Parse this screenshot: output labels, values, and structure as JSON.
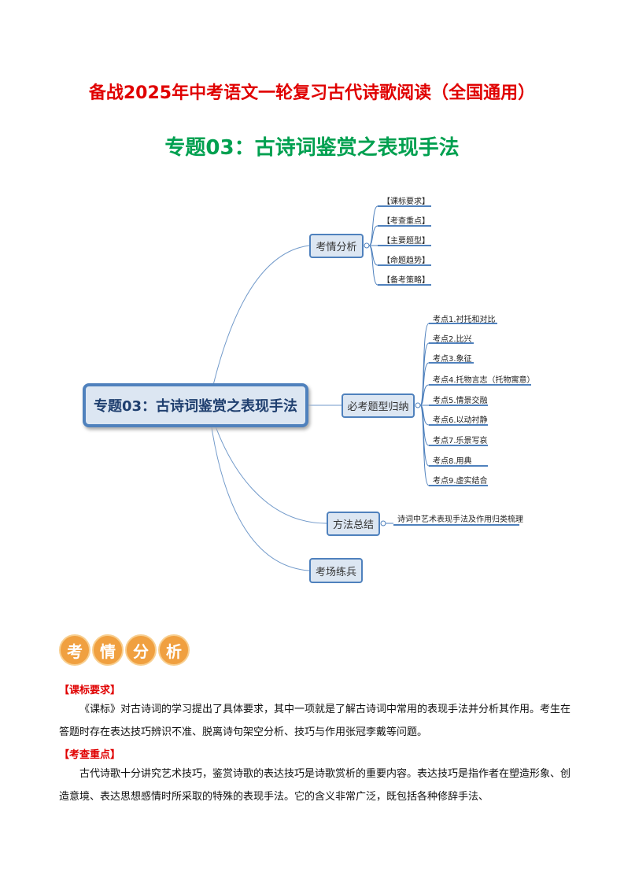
{
  "header": {
    "title": "备战2025年中考语文一轮复习古代诗歌阅读（全国通用）",
    "subtitle": "专题03：古诗词鉴赏之表现手法"
  },
  "mindmap": {
    "center": "专题03：古诗词鉴赏之表现手法",
    "branches": [
      {
        "label": "考情分析",
        "children": [
          "【课标要求】",
          "【考查重点】",
          "【主要题型】",
          "【命题趋势】",
          "【备考策略】"
        ]
      },
      {
        "label": "必考题型归纳",
        "children": [
          "考点1.衬托和对比",
          "考点2.比兴",
          "考点3.象征",
          "考点4.托物言志（托物寓意）",
          "考点5.情景交融",
          "考点6.以动衬静",
          "考点7.乐景写哀",
          "考点8.用典",
          "考点9.虚实结合"
        ]
      },
      {
        "label": "方法总结",
        "children": [
          "诗词中艺术表现手法及作用归类梳理"
        ]
      },
      {
        "label": "考场练兵",
        "children": []
      }
    ]
  },
  "section": {
    "badge": [
      "考",
      "情",
      "分",
      "析"
    ],
    "h1": "【课标要求】",
    "p1": "《课标》对古诗词的学习提出了具体要求，其中一项就是了解古诗词中常用的表现手法并分析其作用。考生在答题时存在表达技巧辨识不准、脱离诗句架空分析、技巧与作用张冠李戴等问题。",
    "h2": "【考查重点】",
    "p2": "古代诗歌十分讲究艺术技巧，鉴赏诗歌的表达技巧是诗歌赏析的重要内容。表达技巧是指作者在塑造形象、创造意境、表达思想感情时所采取的特殊的表现手法。它的含义非常广泛，既包括各种修辞手法、"
  }
}
